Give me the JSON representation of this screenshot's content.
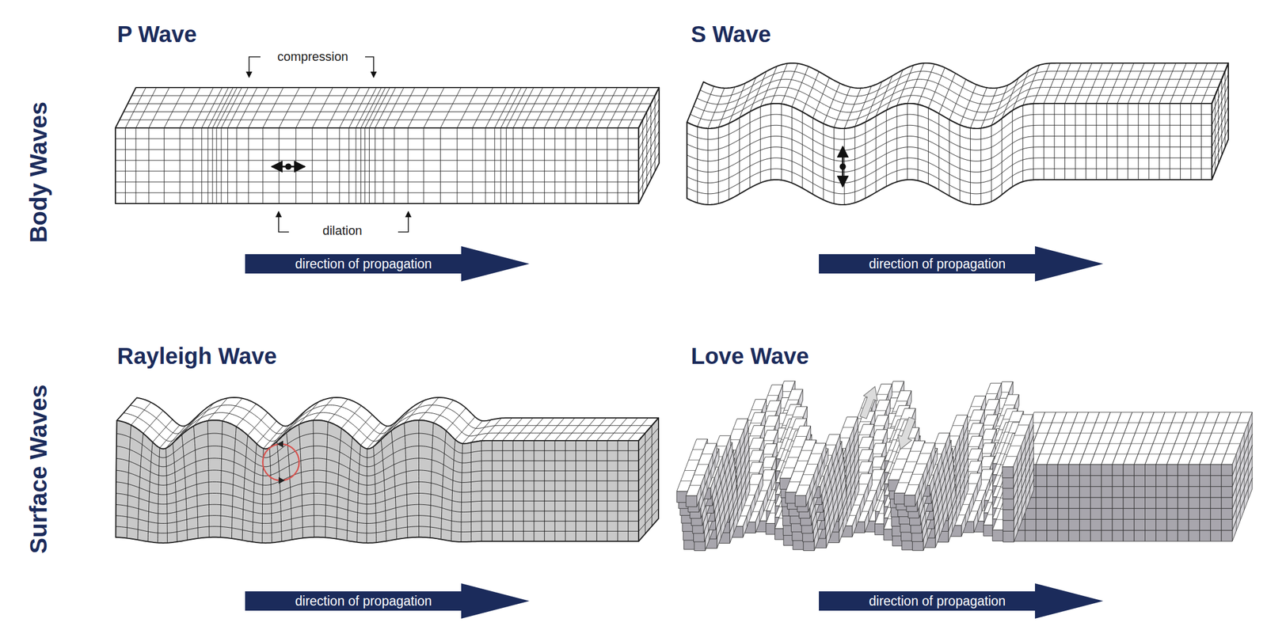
{
  "diagram": {
    "nodes": [
      {
        "text": [
          "direction of propagation"
        ]
      },
      {
        "text": [
          "direction of propagation"
        ]
      },
      {
        "text": [
          "direction of propagation"
        ]
      },
      {
        "text": [
          "direction of propagation"
        ]
      }
    ],
    "labels": [
      "Body Waves",
      "Surface Waves",
      "P Wave",
      "compression",
      "dilation",
      "S Wave",
      "Rayleigh Wave",
      "Love Wave"
    ]
  }
}
